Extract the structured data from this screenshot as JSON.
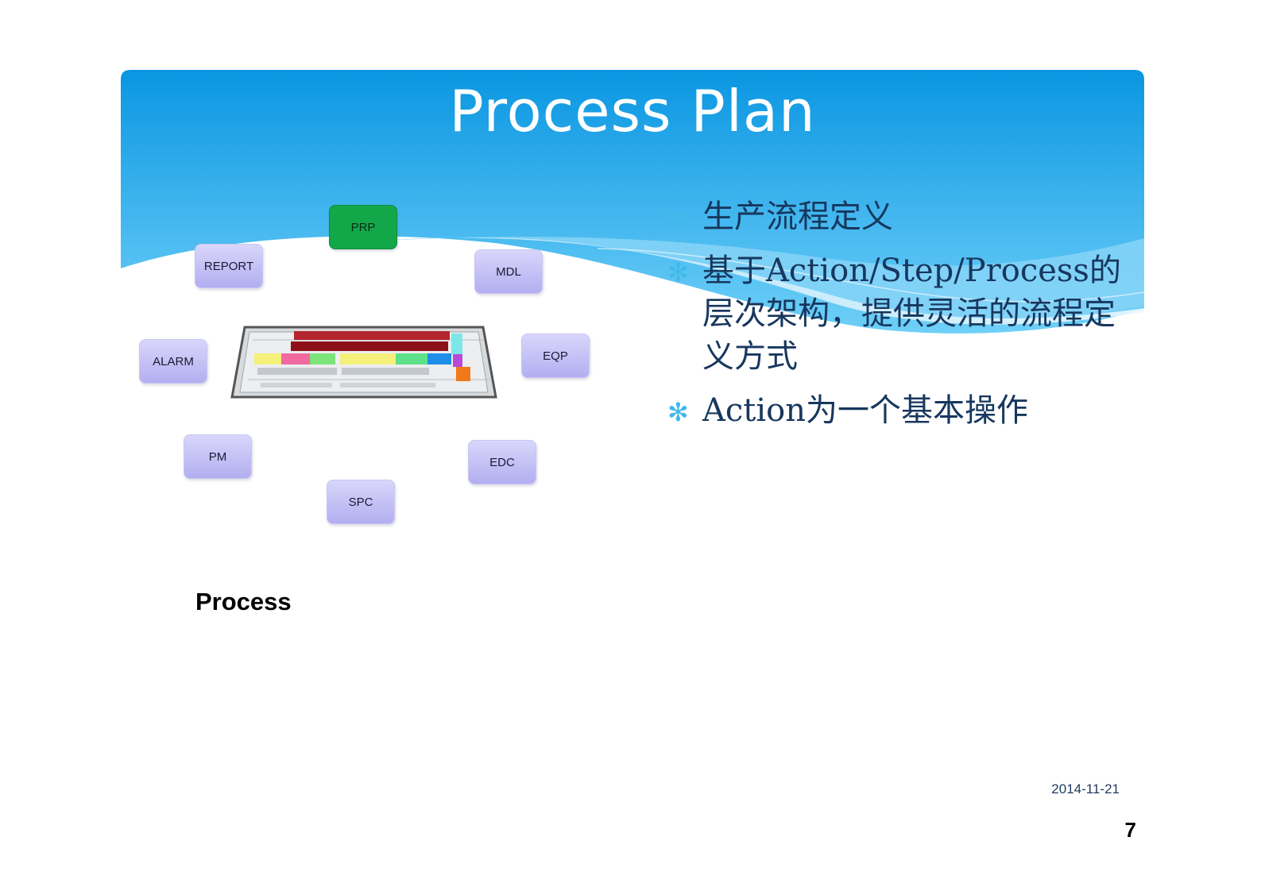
{
  "slide": {
    "title": "Process Plan",
    "bullets": [
      "生产流程定义",
      "基于Action/Step/Process的层次架构，提供灵活的流程定义方式",
      "Action为一个基本操作"
    ],
    "bullet_icon": "asterisk-bullet-icon"
  },
  "diagram": {
    "center_image": "factory-floor-layout-icon",
    "modules": [
      {
        "label": "PRP",
        "highlight": true
      },
      {
        "label": "REPORT"
      },
      {
        "label": "MDL"
      },
      {
        "label": "ALARM"
      },
      {
        "label": "EQP"
      },
      {
        "label": "PM"
      },
      {
        "label": "EDC"
      },
      {
        "label": "SPC"
      }
    ],
    "caption": "Process"
  },
  "footer": {
    "date": "2014-11-21",
    "page_number": "7"
  },
  "colors": {
    "banner_top": "#0a96e2",
    "banner_bottom": "#6fd0f8",
    "module_fill": "#c6c2f5",
    "module_highlight": "#12a84a",
    "bullet_text": "#17375e",
    "bullet_marker": "#3fb9e8"
  }
}
